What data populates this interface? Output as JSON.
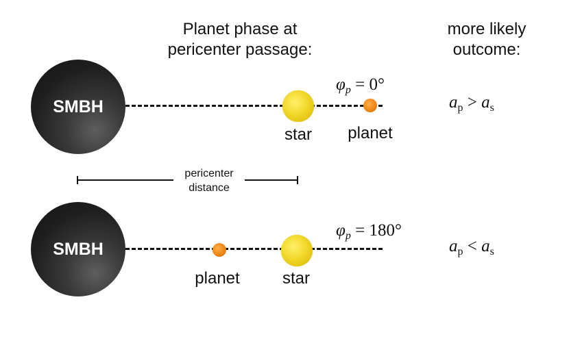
{
  "headers": {
    "phase_line1": "Planet phase at",
    "phase_line2": "pericenter passage:",
    "outcome_line1": "more likely",
    "outcome_line2": "outcome:"
  },
  "scale_bar": {
    "line1": "pericenter",
    "line2": "distance"
  },
  "scenarios": [
    {
      "smbh_label": "SMBH",
      "star_label": "star",
      "planet_label": "planet",
      "phase_symbol": "φ",
      "phase_sub": "p",
      "phase_value": "= 0°",
      "outcome_a1": "a",
      "outcome_sub1": "p",
      "outcome_rel": " > ",
      "outcome_a2": "a",
      "outcome_sub2": "s"
    },
    {
      "smbh_label": "SMBH",
      "star_label": "star",
      "planet_label": "planet",
      "phase_symbol": "φ",
      "phase_sub": "p",
      "phase_value": "= 180°",
      "outcome_a1": "a",
      "outcome_sub1": "p",
      "outcome_rel": " < ",
      "outcome_a2": "a",
      "outcome_sub2": "s"
    }
  ],
  "colors": {
    "smbh": "#1f1f1f",
    "star": "#f2d82a",
    "planet": "#f08a1c"
  }
}
